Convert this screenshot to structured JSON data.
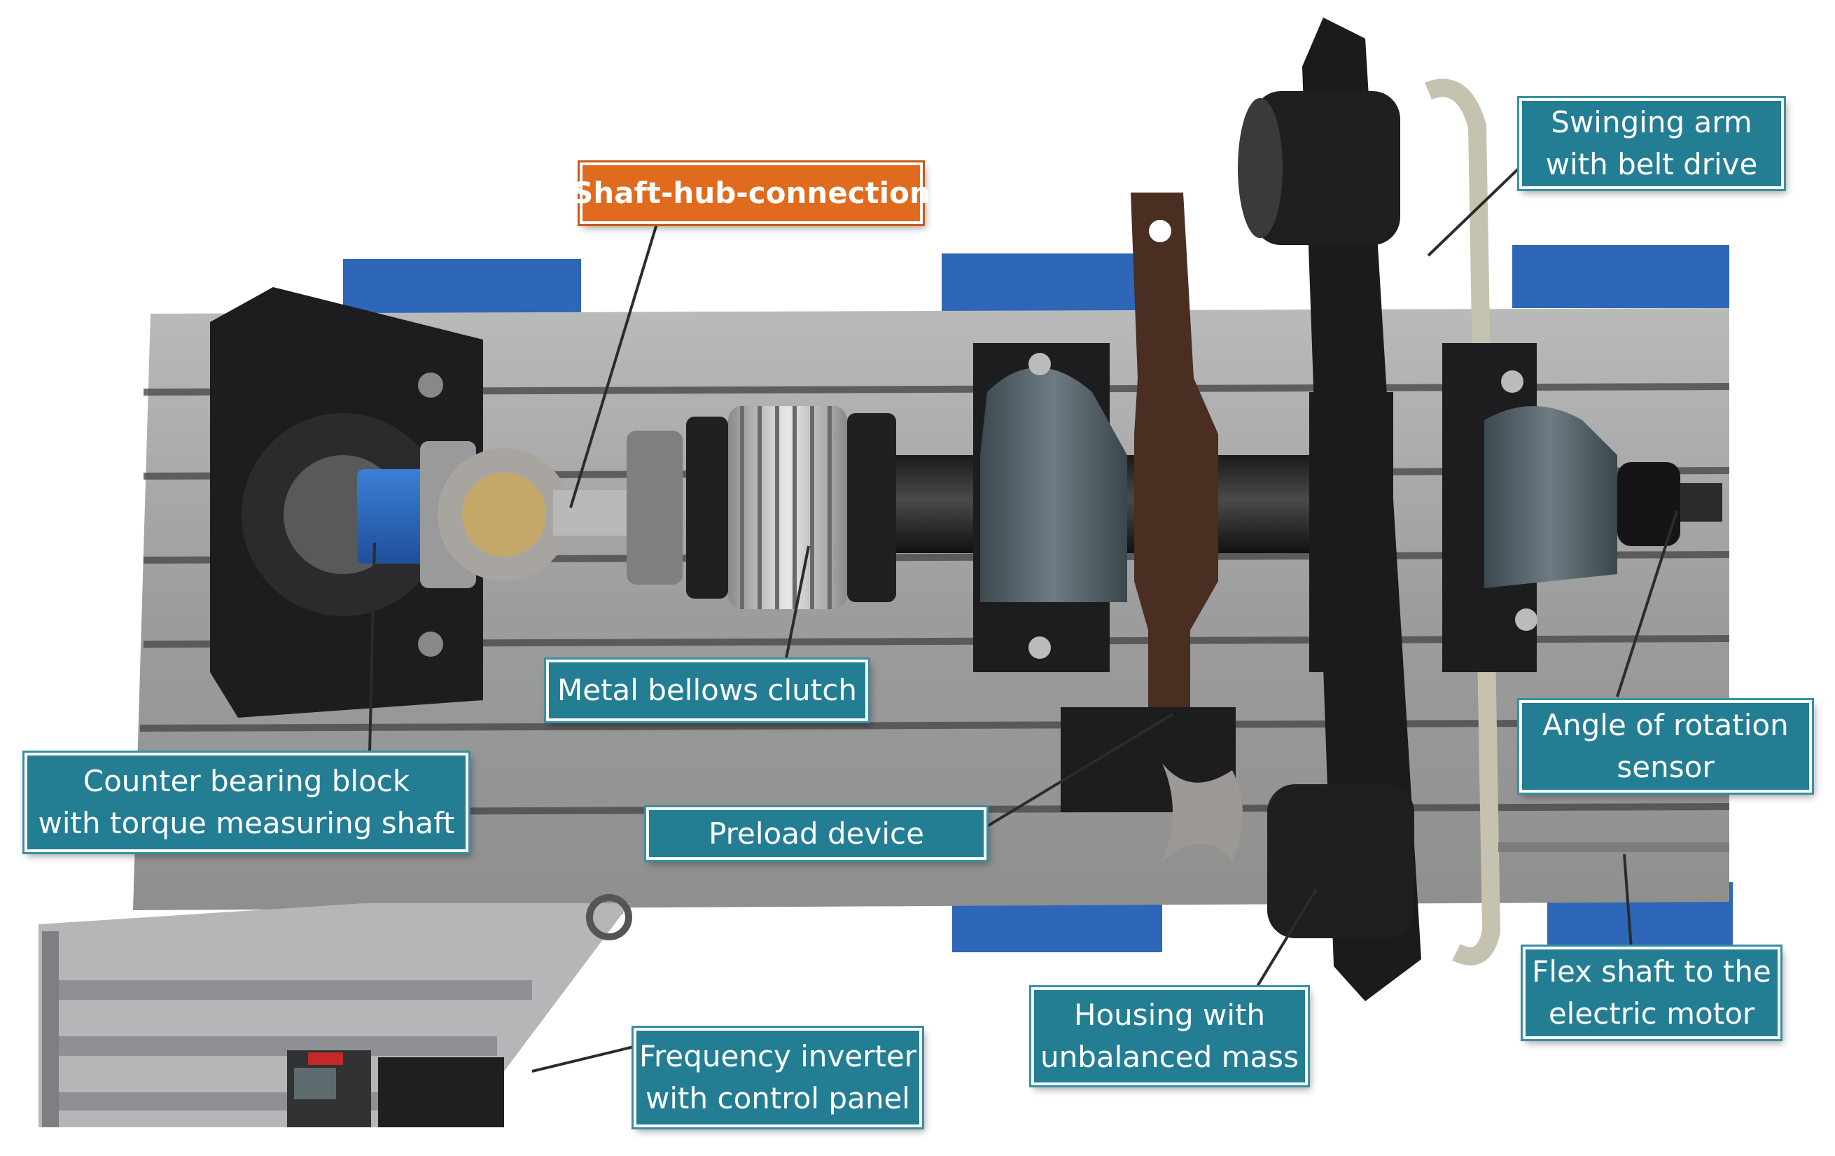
{
  "labels": {
    "shaft_hub": "Shaft-hub-connection",
    "swinging_arm": [
      "Swinging arm",
      "with belt drive"
    ],
    "metal_bellows": "Metal bellows clutch",
    "angle_sensor": [
      "Angle of rotation",
      "sensor"
    ],
    "counter_bearing": [
      "Counter bearing block",
      "with torque measuring shaft"
    ],
    "preload": "Preload device",
    "flex_shaft": [
      "Flex shaft to the",
      "electric motor"
    ],
    "housing": [
      "Housing with",
      "unbalanced mass"
    ],
    "frequency_inverter": [
      "Frequency inverter",
      "with control panel"
    ]
  },
  "colors": {
    "label_teal": "#237e94",
    "label_orange": "#e06b1f",
    "steel": "#a8a9a8",
    "blue_block": "#2e66b8",
    "black_part": "#1d1d1f"
  }
}
